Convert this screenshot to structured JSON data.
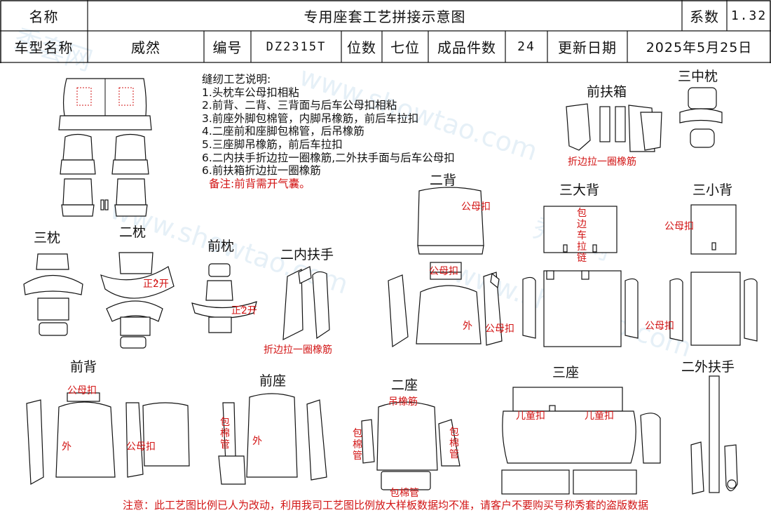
{
  "header": {
    "name_label": "名称",
    "title": "专用座套工艺拼接示意图",
    "coef_label": "系数",
    "coef_value": "1.32",
    "model_label": "车型名称",
    "model_value": "威然",
    "code_label": "编号",
    "code_value": "DZ2315T",
    "seats_label": "位数",
    "seats_value": "七位",
    "pieces_label": "成品件数",
    "pieces_value": "24",
    "date_label": "更新日期",
    "date_value": "2025年5月25日"
  },
  "instructions": {
    "heading": "缝纫工艺说明:",
    "items": [
      "1.头枕车公母扣相粘",
      "2.前背、二背、三背面与后车公母扣相粘",
      "3.前座外脚包棉管，内脚吊橡筋，前后车拉扣",
      "4.二座前和座脚包棉管，后吊橡筋",
      "5.三座脚吊橡筋，前后车拉扣",
      "6.二内扶手折边拉一圈橡筋,二外扶手面与后车公母扣",
      "6.前扶箱折边拉一圈橡筋"
    ],
    "remark": "备注:前背需开气囊。"
  },
  "sections": {
    "front_box": "前扶箱",
    "third_mid_pillow": "三中枕",
    "second_back": "二背",
    "third_big_back": "三大背",
    "third_small_back": "三小背",
    "third_pillow": "三枕",
    "second_pillow": "二枕",
    "front_pillow": "前枕",
    "second_inner_arm": "二内扶手",
    "front_back": "前背",
    "front_seat": "前座",
    "second_seat": "二座",
    "third_seat": "三座",
    "second_outer_arm": "二外扶手"
  },
  "annotations": {
    "fold_elastic": "折边拉一圈橡筋",
    "snap": "公母扣",
    "zipper_edge": "包边车拉链",
    "zip2": "正2开",
    "outer": "外",
    "cotton_tube": "包棉管",
    "hang_elastic": "吊橡筋",
    "child_buckle": "儿童扣"
  },
  "footer": "注意：此工艺图比例已人为改动，利用我司工艺图比例放大样板数据均不准，请客户不要购买号称秀套的盗版数据",
  "watermark": {
    "site": "www.showtao.com",
    "brand": "秀套网"
  },
  "colors": {
    "annotation_red": "#d21414",
    "outline": "#111111",
    "watermark_blue": "#b8d7ea"
  }
}
